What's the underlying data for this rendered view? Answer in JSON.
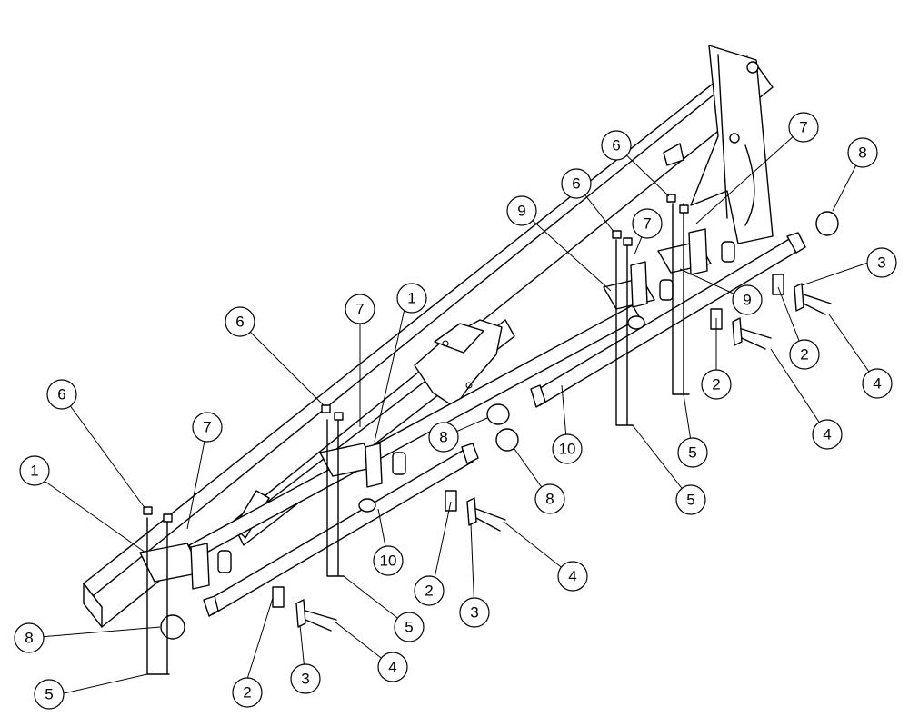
{
  "callouts": [
    {
      "label": "1"
    },
    {
      "label": "1"
    },
    {
      "label": "2"
    },
    {
      "label": "2"
    },
    {
      "label": "2"
    },
    {
      "label": "2"
    },
    {
      "label": "3"
    },
    {
      "label": "3"
    },
    {
      "label": "3"
    },
    {
      "label": "4"
    },
    {
      "label": "4"
    },
    {
      "label": "4"
    },
    {
      "label": "4"
    },
    {
      "label": "5"
    },
    {
      "label": "5"
    },
    {
      "label": "5"
    },
    {
      "label": "5"
    },
    {
      "label": "6"
    },
    {
      "label": "6"
    },
    {
      "label": "6"
    },
    {
      "label": "6"
    },
    {
      "label": "7"
    },
    {
      "label": "7"
    },
    {
      "label": "7"
    },
    {
      "label": "7"
    },
    {
      "label": "8"
    },
    {
      "label": "8"
    },
    {
      "label": "8"
    },
    {
      "label": "8"
    },
    {
      "label": "9"
    },
    {
      "label": "9"
    },
    {
      "label": "10"
    },
    {
      "label": "10"
    }
  ],
  "colors": {
    "line": "#000000",
    "background": "#ffffff"
  }
}
